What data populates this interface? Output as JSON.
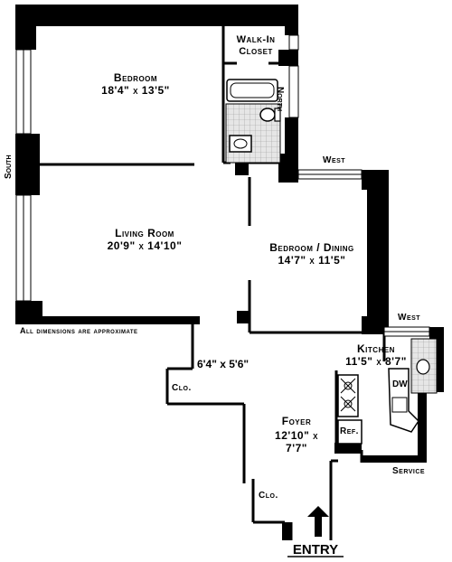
{
  "rooms": {
    "bedroom": {
      "name": "Bedroom",
      "dims": "18'4\" x 13'5\""
    },
    "living_room": {
      "name": "Living Room",
      "dims": "20'9\" x 14'10\""
    },
    "bedroom_dining": {
      "name": "Bedroom / Dining",
      "dims": "14'7\" x 11'5\""
    },
    "kitchen": {
      "name": "Kitchen",
      "dims": "11'5\" x 8'7\""
    },
    "foyer": {
      "name": "Foyer",
      "dims_line1": "12'10\" x",
      "dims_line2": "7'7\""
    },
    "walk_in_closet": {
      "line1": "Walk-In",
      "line2": "Closet"
    },
    "hall": {
      "dims": "6'4\" x 5'6\""
    }
  },
  "fixtures": {
    "closet_1": "Clo.",
    "closet_2": "Clo.",
    "dishwasher": "DW",
    "refrigerator": "Ref."
  },
  "compass": {
    "north": "North",
    "south": "South",
    "west_1": "West",
    "west_2": "West"
  },
  "notes": {
    "disclaimer": "All dimensions are approximate",
    "service": "Service",
    "entry": "ENTRY"
  },
  "colors": {
    "wall": "#000000",
    "tile": "#d8d8d8",
    "window": "#ffffff"
  }
}
